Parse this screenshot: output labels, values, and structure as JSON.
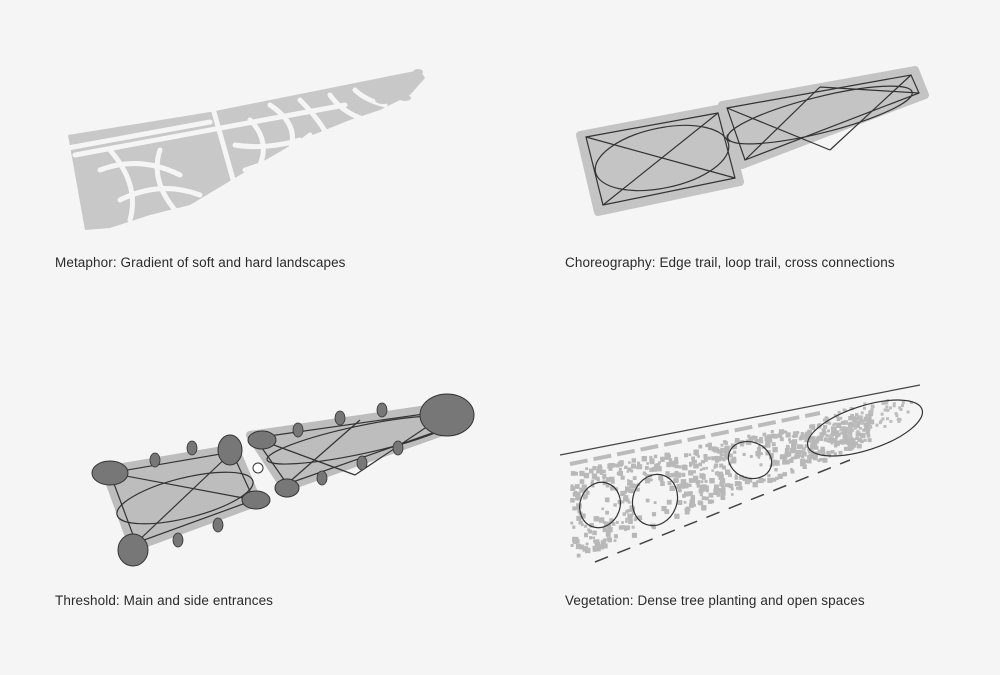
{
  "panels": [
    {
      "caption": "Metaphor: Gradient of soft and hard landscapes"
    },
    {
      "caption": "Choreography: Edge trail, loop trail, cross connections"
    },
    {
      "caption": "Threshold: Main and side entrances"
    },
    {
      "caption": "Vegetation: Dense tree planting and open spaces"
    }
  ]
}
